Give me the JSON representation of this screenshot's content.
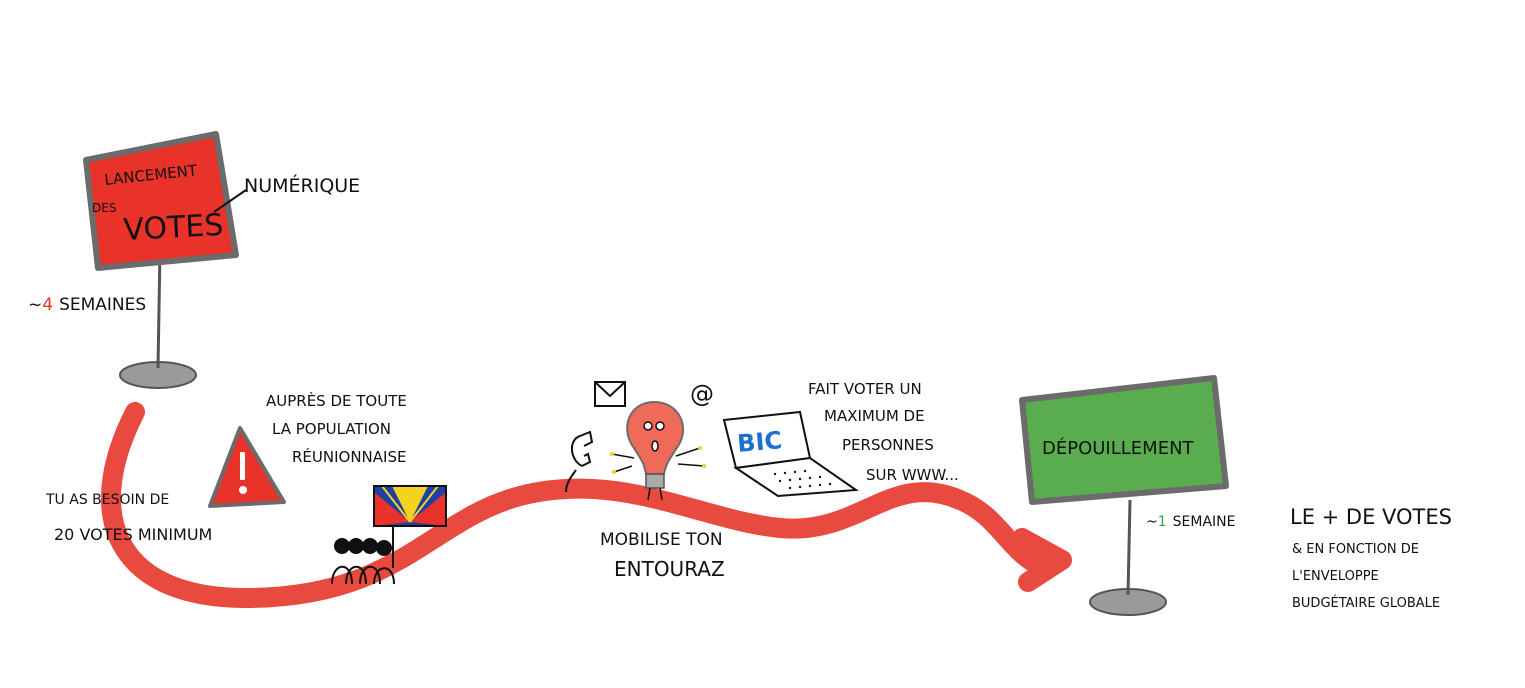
{
  "sign_launch": {
    "line1": "LANCEMENT",
    "line2a": "DES",
    "line2b": "VOTES",
    "annotation": "NUMÉRIQUE"
  },
  "duration_launch": {
    "prefix": "~",
    "number": "4",
    "unit": "SEMAINES"
  },
  "warning": {
    "line1": "TU AS BESOIN DE",
    "line2": "20 VOTES MINIMUM"
  },
  "population": {
    "line1": "AUPRÈS DE TOUTE",
    "line2": "LA POPULATION",
    "line3": "RÉUNIONNAISE"
  },
  "mobilise": {
    "line1": "MOBILISE TON",
    "line2": "ENTOURAZ",
    "at_symbol": "@"
  },
  "laptop": {
    "screen_text": "BIC",
    "line1": "FAIT VOTER UN",
    "line2": "MAXIMUM DE",
    "line3": "PERSONNES",
    "line4": "SUR WWW..."
  },
  "sign_count": {
    "label": "DÉPOUILLEMENT"
  },
  "duration_count": {
    "prefix": "~",
    "number": "1",
    "unit": "SEMAINE"
  },
  "result": {
    "line1": "LE + DE VOTES",
    "line2": "& EN FONCTION DE",
    "line3": "L'ENVELOPPE",
    "line4": "BUDGÉTAIRE GLOBALE"
  },
  "colors": {
    "sign_red": "#e8322a",
    "sign_green": "#5aad4e",
    "sign_border": "#6b6b6b",
    "path_red": "#e84a40",
    "accent_red": "#e8322a",
    "accent_green": "#3aa34a",
    "bic_blue": "#1f6fd1",
    "ink": "#111111"
  },
  "icons": [
    "envelope-icon",
    "phone-icon",
    "at-icon",
    "lightbulb-icon",
    "laptop-icon",
    "warning-triangle-icon",
    "crowd-icon",
    "reunion-flag-icon",
    "arrow-head-icon"
  ]
}
